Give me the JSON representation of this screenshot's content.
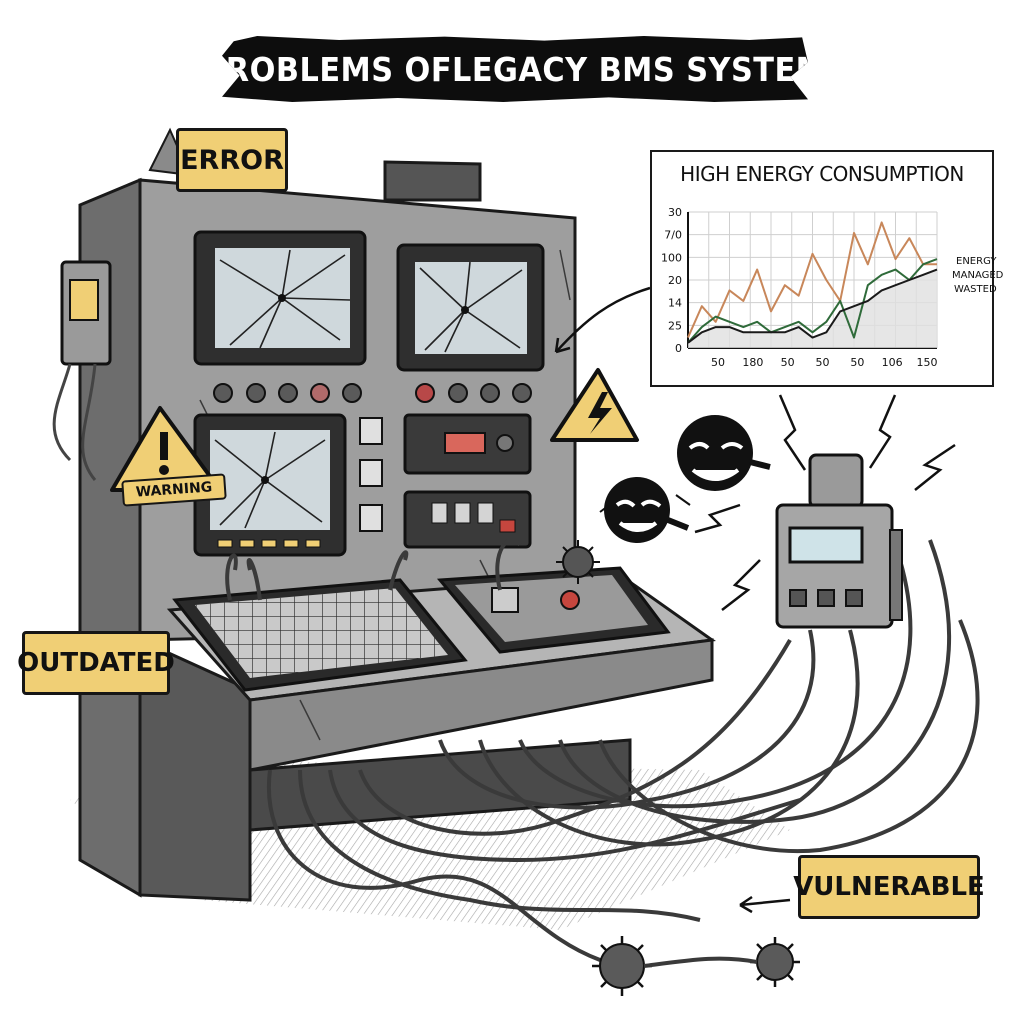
{
  "title": "PROBLEMS OFLEGACY BMS SYSTEM",
  "labels": {
    "error": "ERROR",
    "warning": "WARNING",
    "outdated": "OUTDATED",
    "vulnerable": "VULNERABLE"
  },
  "colors": {
    "tag_fill": "#f0cf75",
    "energy_line": "#c8875a",
    "managed_line": "#2f6b3a",
    "wasted_line": "#1a1a1a",
    "wasted_fill": "#e0e0e0"
  },
  "icons": [
    "warning-triangle-icon",
    "lightning-hazard-icon",
    "virus-icon",
    "hacker-face-icon",
    "cracked-screen-icon"
  ],
  "chart_data": {
    "type": "line",
    "title": "HIGH ENERGY CONSUMPTION",
    "y_tick_labels": [
      "30",
      "7/0",
      "100",
      "20",
      "14",
      "25",
      "0"
    ],
    "x_tick_labels": [
      "50",
      "180",
      "50",
      "50",
      "50",
      "106",
      "150"
    ],
    "grid": true,
    "legend_position": "right",
    "series": [
      {
        "name": "ENERGY",
        "values": [
          2,
          8,
          5,
          11,
          9,
          15,
          7,
          12,
          10,
          18,
          13,
          9,
          22,
          16,
          24,
          17,
          21,
          16,
          16
        ]
      },
      {
        "name": "MANAGED",
        "values": [
          1,
          4,
          6,
          5,
          4,
          5,
          3,
          4,
          5,
          3,
          5,
          9,
          2,
          12,
          14,
          15,
          13,
          16,
          17
        ]
      },
      {
        "name": "WASTED",
        "values": [
          1,
          3,
          4,
          4,
          3,
          3,
          3,
          3,
          4,
          2,
          3,
          7,
          8,
          9,
          11,
          12,
          13,
          14,
          15
        ]
      }
    ]
  }
}
